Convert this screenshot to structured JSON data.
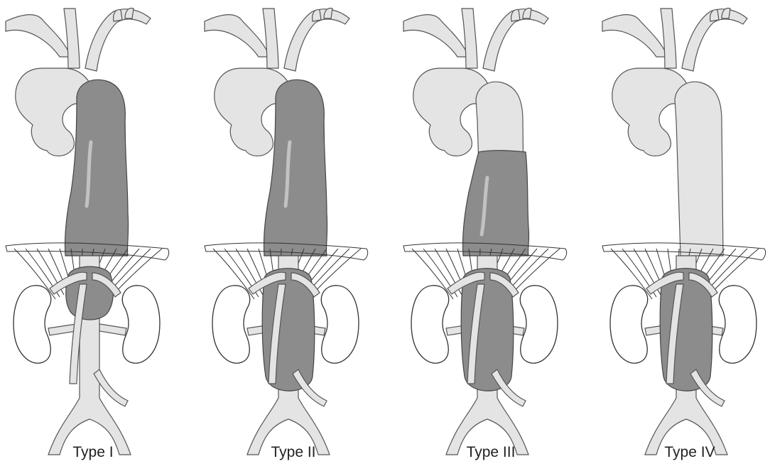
{
  "figure": {
    "panels": [
      {
        "id": "type-1",
        "caption": "Type I",
        "thoracic_extent": "full-descending",
        "abdominal_extent": "suprarenal"
      },
      {
        "id": "type-2",
        "caption": "Type II",
        "thoracic_extent": "full-descending",
        "abdominal_extent": "to-bifurcation"
      },
      {
        "id": "type-3",
        "caption": "Type III",
        "thoracic_extent": "distal-descending",
        "abdominal_extent": "to-bifurcation"
      },
      {
        "id": "type-4",
        "caption": "Type IV",
        "thoracic_extent": "none",
        "abdominal_extent": "to-bifurcation"
      }
    ]
  },
  "colors": {
    "vessel": "#e4e4e4",
    "aneurysm": "#8c8c8c",
    "outline": "#444444"
  }
}
